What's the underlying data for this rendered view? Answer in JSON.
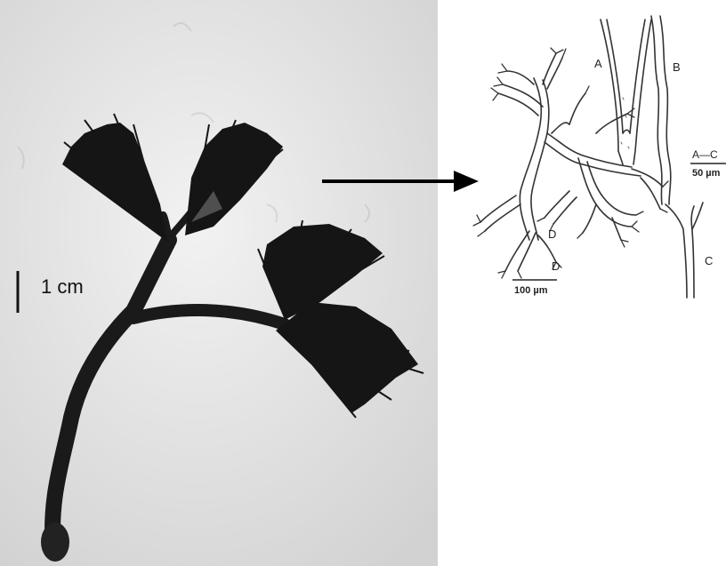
{
  "photo": {
    "scale_bar_label": "1 cm"
  },
  "drawing": {
    "labels": {
      "a": "A",
      "b": "B",
      "c": "C",
      "d1": "D",
      "d2": "D",
      "scale_ac": "A—C",
      "scale_ac_value": "50 µm",
      "scale_d": "100 µm"
    }
  },
  "colors": {
    "alga": "#151515",
    "background_photo": "#e6e6e6",
    "ink": "#333333"
  }
}
